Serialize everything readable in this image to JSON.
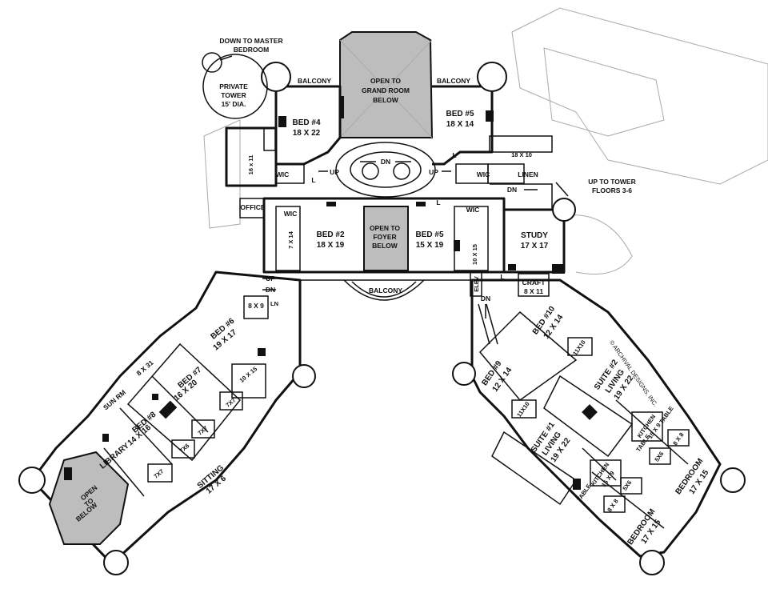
{
  "labels": {
    "down_to_master_1": "DOWN TO MASTER",
    "down_to_master_2": "BEDROOM",
    "private_tower_1": "PRIVATE",
    "private_tower_2": "TOWER",
    "private_tower_3": "15' DIA.",
    "balcony_left": "BALCONY",
    "balcony_right": "BALCONY",
    "balcony_bottom": "BALCONY",
    "open_grand_1": "OPEN TO",
    "open_grand_2": "GRAND ROOM",
    "open_grand_3": "BELOW",
    "bed4_name": "BED #4",
    "bed4_size": "18 X 22",
    "bed5top_name": "BED #5",
    "bed5top_size": "18 X 14",
    "bath_16x11": "16 x 11",
    "bath_18x10": "18 X 10",
    "wic_1": "WIC",
    "wic_2": "WIC",
    "wic_3": "WIC",
    "wic_4": "WIC",
    "dn_stair": "DN",
    "up_left": "UP",
    "up_right": "UP",
    "l_1": "L",
    "l_2": "L",
    "l_3": "L",
    "l_4": "L",
    "linen": "LINEN",
    "dn_hall": "DN",
    "up_tower_1": "UP TO TOWER",
    "up_tower_2": "FLOORS 3-6",
    "office": "OFFICE",
    "bed2_name": "BED #2",
    "bed2_size": "18 X 19",
    "bath_7x14": "7 X 14",
    "open_foyer_1": "OPEN TO",
    "open_foyer_2": "FOYER",
    "open_foyer_3": "BELOW",
    "bed5mid_name": "BED #5",
    "bed5mid_size": "15 X 19",
    "bath_10x15_right": "10 X 15",
    "study_name": "STUDY",
    "study_size": "17 X 17",
    "craft_name": "CRAFT",
    "craft_size": "8 X 11",
    "elev": "ELEV",
    "dn_right": "DN",
    "up_wing": "UP",
    "dn_wing": "DN",
    "closet_8x9": "8 X 9",
    "ln": "LN",
    "bed6_name": "BED #6",
    "bed6_size": "19 X 17",
    "bath_10x15_left": "10 X 15",
    "sunrm_size": "8 X 31",
    "sunrm_name": "SUN RM",
    "bed7_name": "BED #7",
    "bed7_size": "16 X 20",
    "closet_7x7_a": "7X7",
    "closet_7x7_b": "7X7",
    "closet_7x7_c": "7X7",
    "bath_7x6": "7X6",
    "bed8_name": "BED #8",
    "bed8_size": "14 X 16",
    "library": "LIBRARY",
    "open_below_1": "OPEN",
    "open_below_2": "TO",
    "open_below_3": "BELOW",
    "sitting_name": "SITTING",
    "sitting_size": "17 X 6",
    "bed10_name": "BED #10",
    "bed10_size": "12 X 14",
    "closet_11x10_a": "11X10",
    "bed9_name": "BED #9",
    "bed9_size": "12 X 14",
    "closet_11x10_b": "11X10",
    "suite2_1": "SUITE #2",
    "suite2_2": "LIVING",
    "suite2_3": "19 X 22",
    "kitchen_a_1": "KITCHEN",
    "kitchen_a_2": "15 X 9",
    "table_a1": "TABLE",
    "table_a2": "TABLE",
    "size_8x8_a": "8 X 8",
    "size_5x6_a": "5X6",
    "bedroom_a_1": "BEDROOM",
    "bedroom_a_2": "17 X 15",
    "suite1_1": "SUITE #1",
    "suite1_2": "LIVING",
    "suite1_3": "19 X 22",
    "kitchen_b_1": "KITCHEN",
    "kitchen_b_2": "15 X 9",
    "size_5x6_b": "5X6",
    "table_b": "TABLE",
    "size_8x8_b": "8 X 8",
    "bedroom_b_1": "BEDROOM",
    "bedroom_b_2": "17 X 15",
    "copyright": "© ARCHIVAL DESIGNS, INC."
  }
}
